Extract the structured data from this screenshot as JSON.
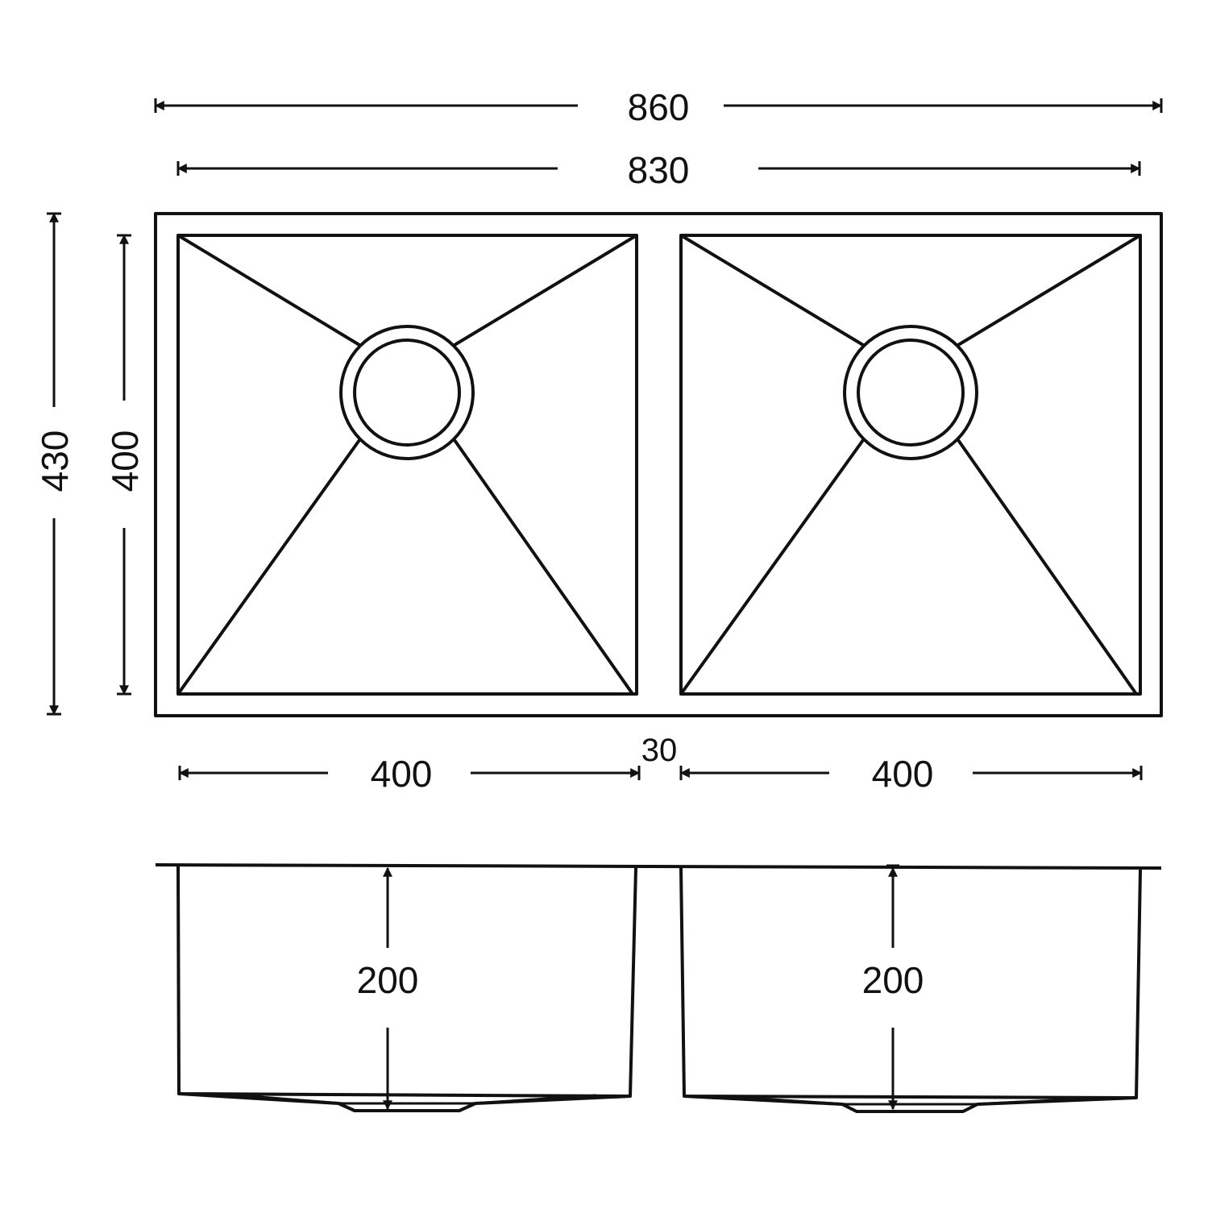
{
  "dimensions": {
    "overall_width": "860",
    "inner_width": "830",
    "overall_depth": "430",
    "bowl_depth": "400",
    "left_bowl_width": "400",
    "divider_gap": "30",
    "right_bowl_width": "400",
    "left_bowl_height": "200",
    "right_bowl_height": "200"
  },
  "colors": {
    "line": "#111111",
    "background": "#ffffff"
  }
}
